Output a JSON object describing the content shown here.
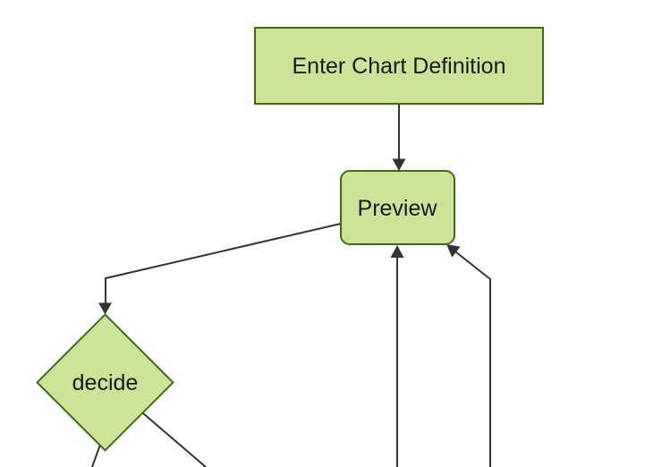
{
  "diagram": {
    "kind": "flowchart",
    "nodes": [
      {
        "id": "A",
        "label": "Enter Chart Definition",
        "shape": "rectangle"
      },
      {
        "id": "B",
        "label": "Preview",
        "shape": "rounded-rectangle"
      },
      {
        "id": "C",
        "label": "decide",
        "shape": "diamond"
      }
    ],
    "edges": [
      {
        "from": "A",
        "to": "B",
        "arrow": true
      },
      {
        "from": "B",
        "to": "C",
        "arrow": true
      },
      {
        "from": "offscreen-bottom-center",
        "to": "B",
        "arrow": true
      },
      {
        "from": "offscreen-bottom-right",
        "to": "B",
        "arrow": true
      },
      {
        "from": "C",
        "to": "offscreen-bottom-left",
        "arrow": false
      },
      {
        "from": "C",
        "to": "offscreen-bottom-right",
        "arrow": false
      }
    ]
  },
  "colors": {
    "background": "#ffffff",
    "node_fill": "#cde498",
    "node_border": "#3f6a1c",
    "edge_stroke": "#333333",
    "arrowhead_fill": "#333333",
    "label_text": "#1a1a1a"
  }
}
